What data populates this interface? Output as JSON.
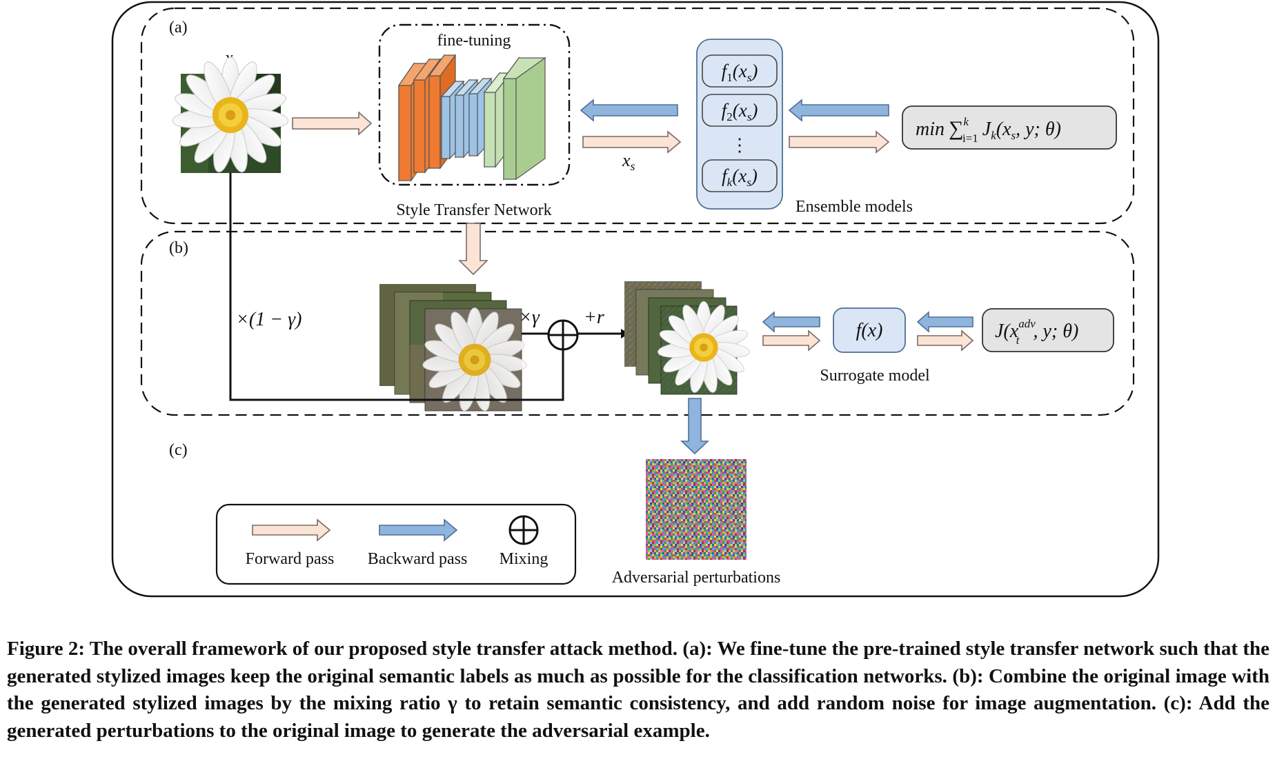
{
  "panels": {
    "a_label": "(a)",
    "b_label": "(b)",
    "c_label": "(c)"
  },
  "input": {
    "symbol": "x"
  },
  "style_net": {
    "top_label": "fine-tuning",
    "bottom_label": "Style Transfer Network"
  },
  "flow": {
    "xs_label": "x",
    "xs_sub": "s"
  },
  "ensemble": {
    "f1_main": "f",
    "f1_sub": "1",
    "f1_arg": "(x",
    "f1_argsub": "s",
    "f1_close": ")",
    "f2_main": "f",
    "f2_sub": "2",
    "f2_arg": "(x",
    "f2_argsub": "s",
    "f2_close": ")",
    "dots": "⋮",
    "fk_main": "f",
    "fk_sub": "k",
    "fk_arg": "(x",
    "fk_argsub": "s",
    "fk_close": ")",
    "caption": "Ensemble models"
  },
  "loss_a": {
    "min": "min",
    "sum": "∑",
    "sum_top": "k",
    "sum_bottom": "i=1",
    "term": "J",
    "term_sub": "k",
    "args": "(x",
    "args_sub": "s",
    "args_rest": ", y; θ)"
  },
  "mixing": {
    "one_minus_gamma": "×(1 − γ)",
    "times_gamma": "×γ",
    "plus_r": "+r"
  },
  "surrogate": {
    "fx": "f(x)",
    "caption": "Surrogate model"
  },
  "loss_b": {
    "J": "J(x",
    "sup": "adv",
    "sub": "t",
    "rest": ", y; θ)"
  },
  "perturbation": {
    "caption": "Adversarial perturbations"
  },
  "legend": {
    "forward": "Forward pass",
    "backward": "Backward pass",
    "mixing": "Mixing"
  },
  "colors": {
    "forward_fill": "#fbe3d5",
    "backward_fill": "#8fb4dd",
    "orange": "#ee7b31",
    "blue_layer": "#9dc3e6",
    "green_layer": "#a9cd90",
    "light_green": "#c5e0b4",
    "ensemble_bg": "#dae6f5",
    "loss_bg": "#e4e4e4"
  },
  "caption": "Figure 2: The overall framework of our proposed style transfer attack method. (a): We fine-tune the pre-trained style transfer network such that the generated stylized images keep the original semantic labels as much as possible for the classification networks. (b): Combine the original image with the generated stylized images by the mixing ratio γ to retain semantic consistency, and add random noise for image augmentation. (c): Add the generated perturbations to the original image to generate the adversarial example."
}
